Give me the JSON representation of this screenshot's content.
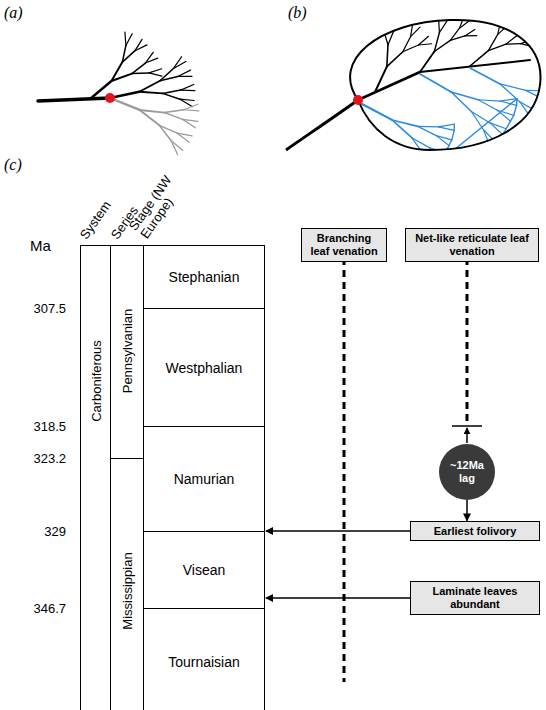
{
  "diagram": {
    "nodes": [
      {
        "text": [
          "Branching leaf venation"
        ]
      },
      {
        "text": [
          "Net-like reticulate leaf venation"
        ]
      },
      {
        "text": [
          "Carboniferous"
        ]
      },
      {
        "text": [
          "Pennsylvanian"
        ]
      },
      {
        "text": [
          "Mississippian"
        ]
      },
      {
        "text": [
          "Stephanian"
        ]
      },
      {
        "text": [
          "Westphalian"
        ]
      },
      {
        "text": [
          "Namurian"
        ]
      },
      {
        "text": [
          "Visean"
        ]
      },
      {
        "text": [
          "Tournaisian"
        ]
      },
      {
        "text": [
          "~12Ma lag"
        ]
      },
      {
        "text": [
          "Earliest folivory"
        ]
      },
      {
        "text": [
          "Laminate leaves abundant"
        ]
      }
    ],
    "edges": [
      {
        "from": 10,
        "to": 11,
        "arrow": "to"
      },
      {
        "from": 11,
        "to": 8,
        "arrow": "to"
      },
      {
        "from": 12,
        "to": 8,
        "arrow": "to"
      }
    ],
    "labels": [
      "(a)",
      "(b)",
      "(c)",
      "Ma",
      "System",
      "Series",
      "Stage (NW Europe)",
      "307.5",
      "318.5",
      "323.2",
      "329",
      "346.7"
    ]
  }
}
